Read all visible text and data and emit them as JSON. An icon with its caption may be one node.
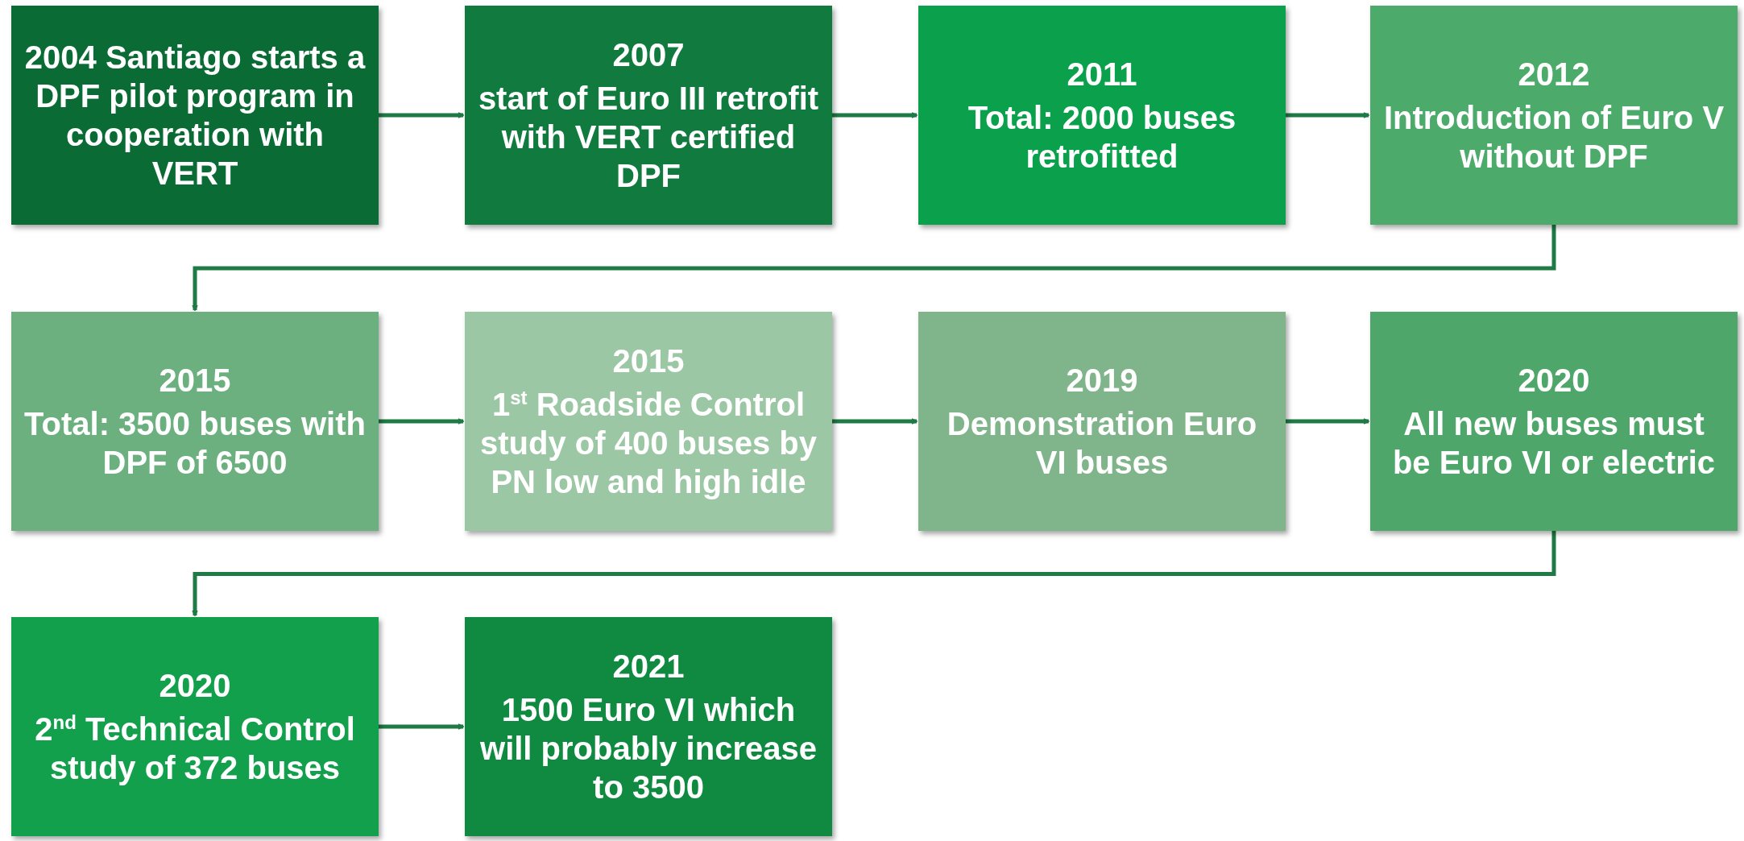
{
  "diagram": {
    "nodes": [
      {
        "text": [
          "2004 Santiago starts a DPF pilot program in cooperation with VERT"
        ]
      },
      {
        "text": [
          "2007",
          "start of Euro III retrofit with VERT certified DPF"
        ]
      },
      {
        "text": [
          "2011",
          "Total: 2000 buses retrofitted"
        ]
      },
      {
        "text": [
          "2012",
          "Introduction of Euro V without DPF"
        ]
      },
      {
        "text": [
          "2015",
          "Total: 3500 buses with DPF of 6500"
        ]
      },
      {
        "text": [
          "2015",
          "1$^{st}$ Roadside Control study of 400 buses by PN low and high idle"
        ]
      },
      {
        "text": [
          "2019",
          "Demonstration Euro VI buses"
        ]
      },
      {
        "text": [
          "2020",
          "All new buses must be Euro VI or electric"
        ]
      },
      {
        "text": [
          "2020",
          "2$^{nd}$ Technical Control study of 372 buses"
        ]
      },
      {
        "text": [
          "2021",
          "1500 Euro VI which will probably increase to 3500"
        ]
      }
    ],
    "edges": [
      {
        "from": 0,
        "to": 1,
        "arrow": "to"
      },
      {
        "from": 1,
        "to": 2,
        "arrow": "to"
      },
      {
        "from": 2,
        "to": 3,
        "arrow": "to"
      },
      {
        "from": 3,
        "to": 4,
        "arrow": "to"
      },
      {
        "from": 4,
        "to": 5,
        "arrow": "to"
      },
      {
        "from": 5,
        "to": 6,
        "arrow": "to"
      },
      {
        "from": 6,
        "to": 7,
        "arrow": "to"
      },
      {
        "from": 7,
        "to": 8,
        "arrow": "to"
      },
      {
        "from": 8,
        "to": 9,
        "arrow": "to"
      }
    ]
  }
}
